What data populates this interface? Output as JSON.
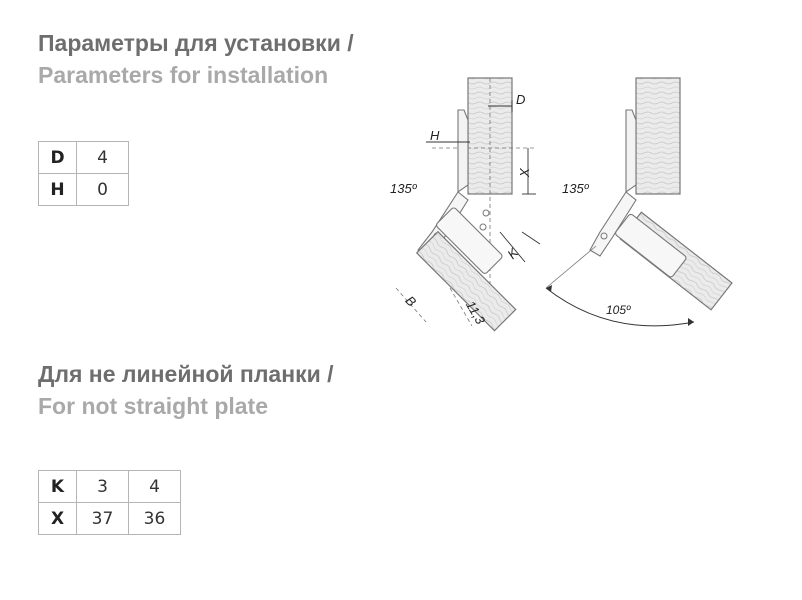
{
  "section1": {
    "title_ru": "Параметры для установки /",
    "title_en": "Parameters for installation",
    "table": [
      {
        "key": "D",
        "values": [
          "4"
        ]
      },
      {
        "key": "H",
        "values": [
          "0"
        ]
      }
    ]
  },
  "section2": {
    "title_ru": "Для не линейной планки /",
    "title_en": "For not straight plate",
    "table": [
      {
        "key": "K",
        "values": [
          "3",
          "4"
        ]
      },
      {
        "key": "X",
        "values": [
          "37",
          "36"
        ]
      }
    ]
  },
  "diagram": {
    "label_d": "D",
    "label_h": "H",
    "label_x": "X",
    "label_k": "K",
    "label_b": "B",
    "label_113": "11,3",
    "angle_left": "135º",
    "angle_right": "135º",
    "angle_open": "105º"
  }
}
